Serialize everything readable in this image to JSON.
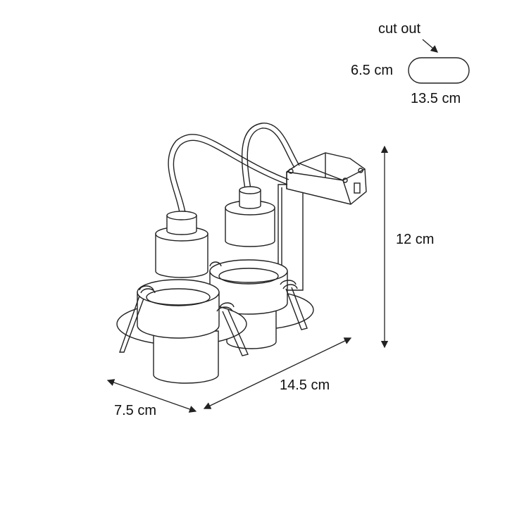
{
  "cutout": {
    "title": "cut out",
    "height": "6.5 cm",
    "width": "13.5 cm"
  },
  "dimensions": {
    "height": "12 cm",
    "length": "14.5 cm",
    "depth": "7.5 cm"
  },
  "colors": {
    "line": "#222222",
    "background": "#ffffff"
  }
}
